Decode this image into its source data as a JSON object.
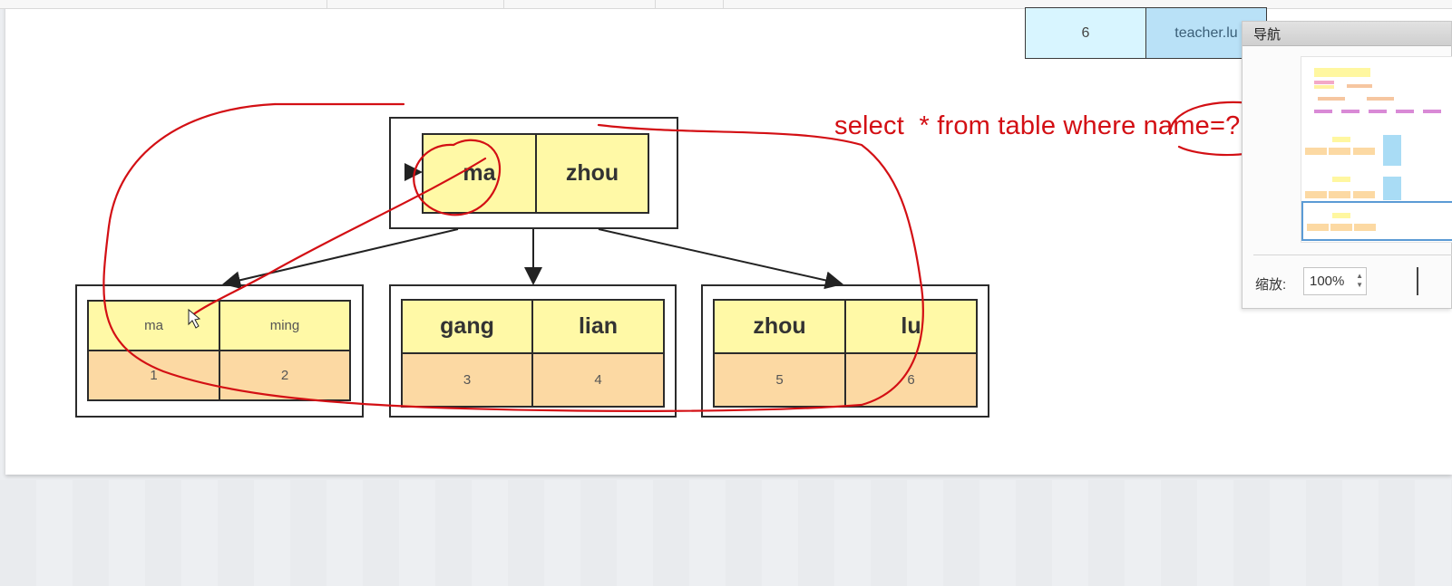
{
  "table_fragment": {
    "id_value": "6",
    "name_value": "teacher.lu"
  },
  "tree": {
    "root": {
      "keys": [
        "ma",
        "zhou"
      ]
    },
    "leaves": [
      {
        "keys": [
          "ma",
          "ming"
        ],
        "values": [
          "1",
          "2"
        ]
      },
      {
        "keys": [
          "gang",
          "lian"
        ],
        "values": [
          "3",
          "4"
        ]
      },
      {
        "keys": [
          "zhou",
          "lu"
        ],
        "values": [
          "5",
          "6"
        ]
      }
    ]
  },
  "annotation": {
    "sql_text": "select  * from table where name=?"
  },
  "navigator": {
    "title": "导航",
    "zoom_label": "缩放:",
    "zoom_value": "100%"
  },
  "colors": {
    "key_fill": "#fff9a6",
    "value_fill": "#fcd9a3",
    "ink": "#d30f14",
    "table_cell": "#d8f5ff"
  }
}
